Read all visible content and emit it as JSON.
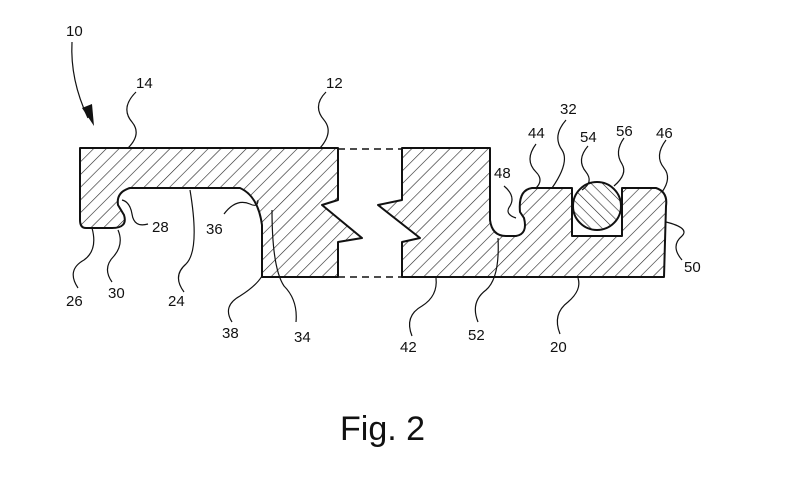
{
  "figure": {
    "caption": "Fig. 2",
    "reference_numerals": {
      "n10": "10",
      "n12": "12",
      "n14": "14",
      "n20": "20",
      "n24": "24",
      "n26": "26",
      "n28": "28",
      "n30": "30",
      "n32": "32",
      "n34": "34",
      "n36": "36",
      "n38": "38",
      "n42": "42",
      "n44": "44",
      "n46": "46",
      "n48": "48",
      "n50": "50",
      "n52": "52",
      "n54": "54",
      "n56": "56"
    }
  }
}
